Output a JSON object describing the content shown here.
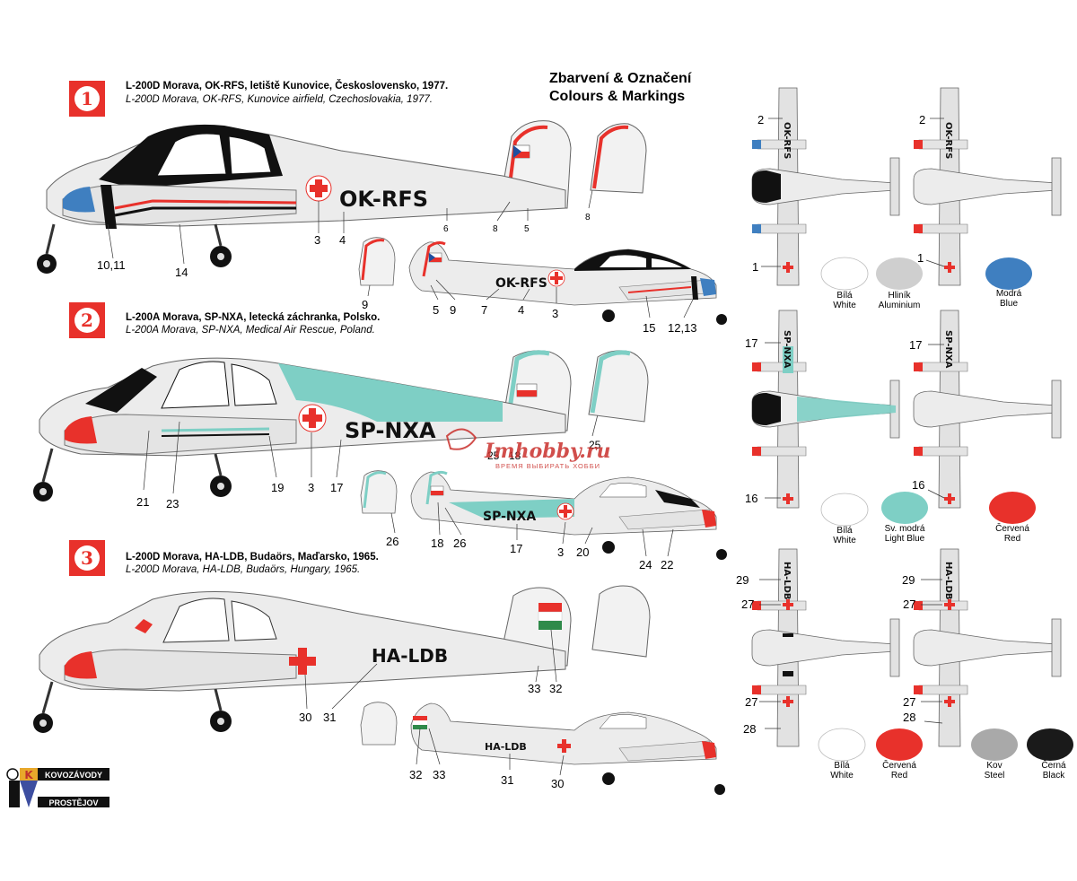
{
  "heading": {
    "line1": "Zbarvení & Označení",
    "line2": "Colours & Markings"
  },
  "schemes": [
    {
      "num": "1",
      "title_cz": "L-200D Morava, OK-RFS, letiště Kunovice, Československo, 1977.",
      "title_en": "L-200D Morava, OK-RFS, Kunovice airfield, Czechoslovakia, 1977.",
      "registration": "OK-RFS"
    },
    {
      "num": "2",
      "title_cz": "L-200A Morava, SP-NXA, letecká záchranka, Polsko.",
      "title_en": "L-200A Morava, SP-NXA, Medical Air Rescue, Poland.",
      "registration": "SP-NXA"
    },
    {
      "num": "3",
      "title_cz": "L-200D Morava, HA-LDB, Budaörs, Maďarsko, 1965.",
      "title_en": "L-200D Morava, HA-LDB, Budaörs, Hungary, 1965.",
      "registration": "HA-LDB"
    }
  ],
  "callouts": {
    "s1_left": [
      "10,11",
      "14",
      "3",
      "4",
      "6",
      "8",
      "5",
      "8"
    ],
    "s1_right": [
      "9",
      "5",
      "9",
      "7",
      "4",
      "3",
      "15",
      "12,13"
    ],
    "s2_left": [
      "21",
      "23",
      "19",
      "3",
      "17",
      "25",
      "18",
      "25"
    ],
    "s2_right": [
      "26",
      "18",
      "26",
      "17",
      "3",
      "20",
      "24",
      "22"
    ],
    "s3_left": [
      "30",
      "31",
      "33",
      "32"
    ],
    "s3_right": [
      "32",
      "33",
      "31",
      "30"
    ],
    "plan": [
      "2",
      "2",
      "1",
      "1",
      "17",
      "17",
      "16",
      "16",
      "29",
      "29",
      "27",
      "27",
      "27",
      "27",
      "28",
      "28"
    ]
  },
  "palettes": [
    [
      {
        "cz": "Bílá",
        "en": "White",
        "color": "#ffffff"
      },
      {
        "cz": "Hliník",
        "en": "Aluminium",
        "color": "#cfcfcf"
      },
      {
        "cz": "Modrá",
        "en": "Blue",
        "color": "#3f7fc0"
      }
    ],
    [
      {
        "cz": "Bílá",
        "en": "White",
        "color": "#ffffff"
      },
      {
        "cz": "Sv. modrá",
        "en": "Light Blue",
        "color": "#7ecfc5"
      },
      {
        "cz": "Červená",
        "en": "Red",
        "color": "#e8312b"
      }
    ],
    [
      {
        "cz": "Bílá",
        "en": "White",
        "color": "#ffffff"
      },
      {
        "cz": "Červená",
        "en": "Red",
        "color": "#e8312b"
      },
      {
        "cz": "Kov",
        "en": "Steel",
        "color": "#a9a9a9"
      },
      {
        "cz": "Černá",
        "en": "Black",
        "color": "#1a1a1a"
      }
    ]
  ],
  "watermark": {
    "brand": "Imhobby.ru",
    "slogan": "ВРЕМЯ ВЫБИРАТЬ ХОББИ"
  },
  "logo": {
    "line1": "KOVOZÁVODY",
    "line2": "PROSTĚJOV"
  },
  "colors": {
    "red": "#e8312b",
    "blue": "#3f7fc0",
    "lightblue": "#7ecfc5",
    "black": "#111111",
    "aluminium": "#cfcfcf"
  }
}
